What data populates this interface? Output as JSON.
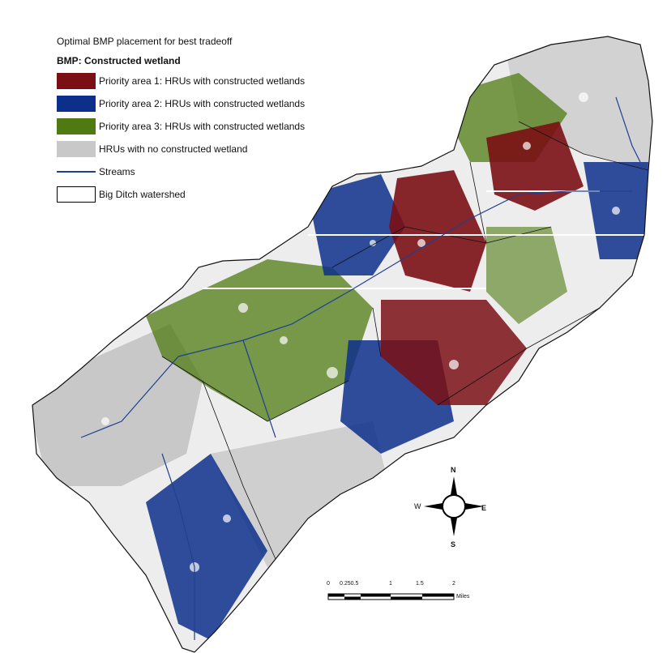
{
  "legend": {
    "title": "Optimal BMP placement for best tradeoff",
    "subtitle": "BMP: Constructed wetland",
    "items": [
      {
        "label": "Priority  area 1: HRUs with constructed wetlands",
        "color": "#7a0f14"
      },
      {
        "label": "Priority  area 2: HRUs with constructed wetlands",
        "color": "#0d2f8c"
      },
      {
        "label": "Priority  area 3: HRUs with constructed wetlands",
        "color": "#4f7a12"
      },
      {
        "label": "HRUs with no constructed wetland",
        "color": "#c8c8c8"
      },
      {
        "label": "Streams",
        "color": "#1f3f8f"
      },
      {
        "label": "Big Ditch watershed",
        "color": "#000000"
      }
    ]
  },
  "compass": {
    "north": "N",
    "south": "S",
    "west": "W",
    "east": "E"
  },
  "scale_bar": {
    "ticks": [
      "0",
      "0.250.5",
      "1",
      "1.5",
      "2"
    ],
    "units": "Miles"
  }
}
